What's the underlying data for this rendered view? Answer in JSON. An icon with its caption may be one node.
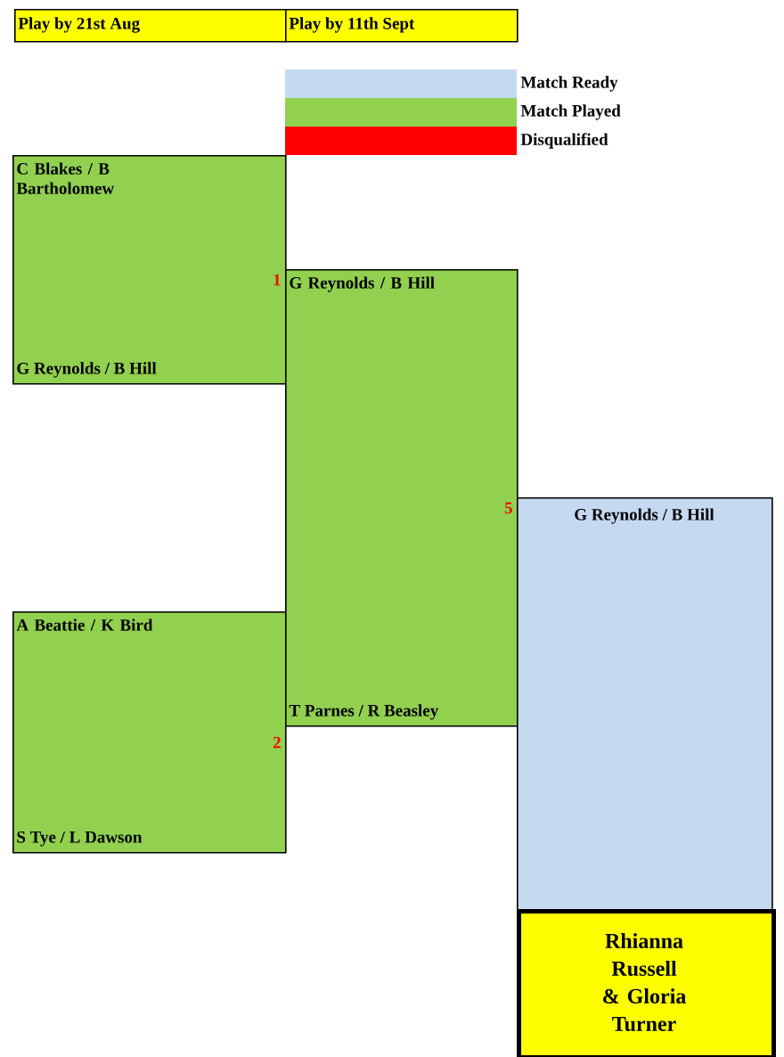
{
  "diagram": {
    "nodes": [
      {
        "text": [
          "Play by 21st Aug"
        ]
      },
      {
        "text": [
          "Play by 11th Sept"
        ]
      },
      {
        "text": [
          "C Blakes / B Bartholomew",
          "1",
          "G Reynolds / B Hill"
        ]
      },
      {
        "text": [
          "A Beattie / K Bird",
          "2",
          "S Tye / L Dawson"
        ]
      },
      {
        "text": [
          "G Reynolds / B Hill",
          "5",
          "T Parnes / R Beasley"
        ]
      },
      {
        "text": [
          "G Reynolds / B Hill"
        ]
      },
      {
        "text": [
          "Rhianna Russell & Gloria Turner"
        ],
        "in": 5
      }
    ],
    "legend": [
      {
        "text": "Match Ready",
        "color": "#c5d9f1"
      },
      {
        "text": "Match Played",
        "color": "#92d050"
      },
      {
        "text": "Disqualified",
        "color": "#ff0000"
      }
    ]
  }
}
